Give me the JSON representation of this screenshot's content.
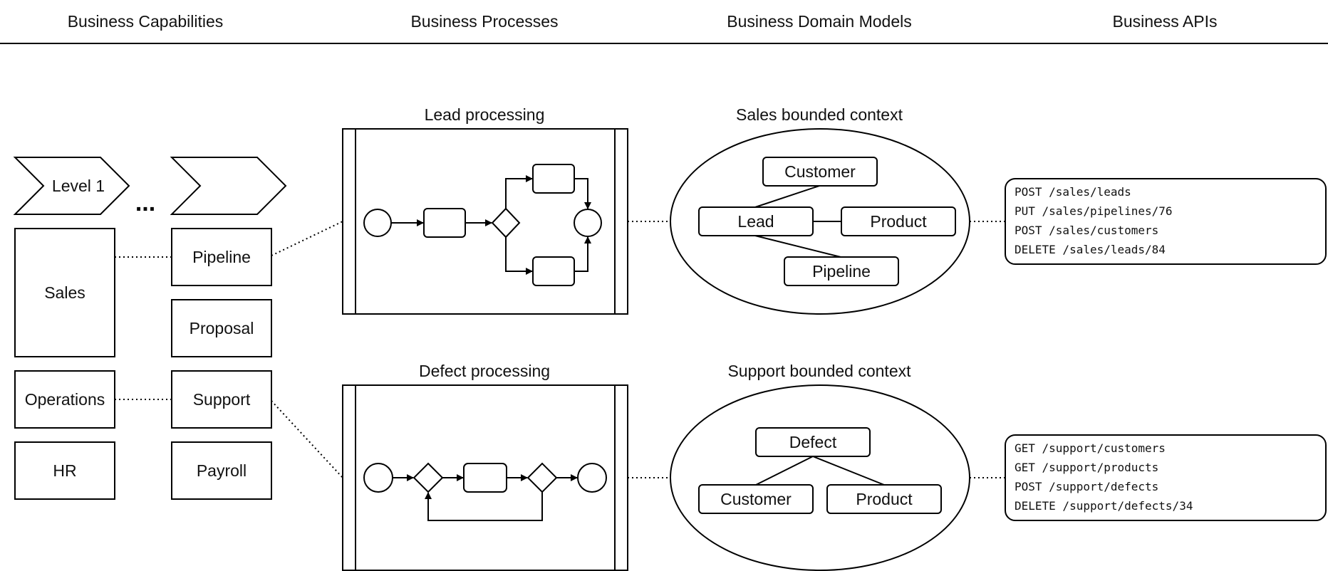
{
  "headers": [
    "Business Capabilities",
    "Business Processes",
    "Business Domain Models",
    "Business APIs"
  ],
  "capabilities": {
    "level_label": "Level 1",
    "ellipsis": "...",
    "level1": [
      "Sales",
      "Operations",
      "HR"
    ],
    "level2": [
      "Pipeline",
      "Proposal",
      "Support",
      "Payroll"
    ]
  },
  "processes": [
    {
      "title": "Lead processing"
    },
    {
      "title": "Defect processing"
    }
  ],
  "domain_models": [
    {
      "title": "Sales bounded context",
      "entities": [
        "Customer",
        "Lead",
        "Product",
        "Pipeline"
      ]
    },
    {
      "title": "Support bounded context",
      "entities": [
        "Defect",
        "Customer",
        "Product"
      ]
    }
  ],
  "apis": [
    {
      "endpoints": [
        "POST /sales/leads",
        "PUT /sales/pipelines/76",
        "POST /sales/customers",
        "DELETE /sales/leads/84"
      ]
    },
    {
      "endpoints": [
        "GET /support/customers",
        "GET /support/products",
        "POST /support/defects",
        "DELETE /support/defects/34"
      ]
    }
  ]
}
